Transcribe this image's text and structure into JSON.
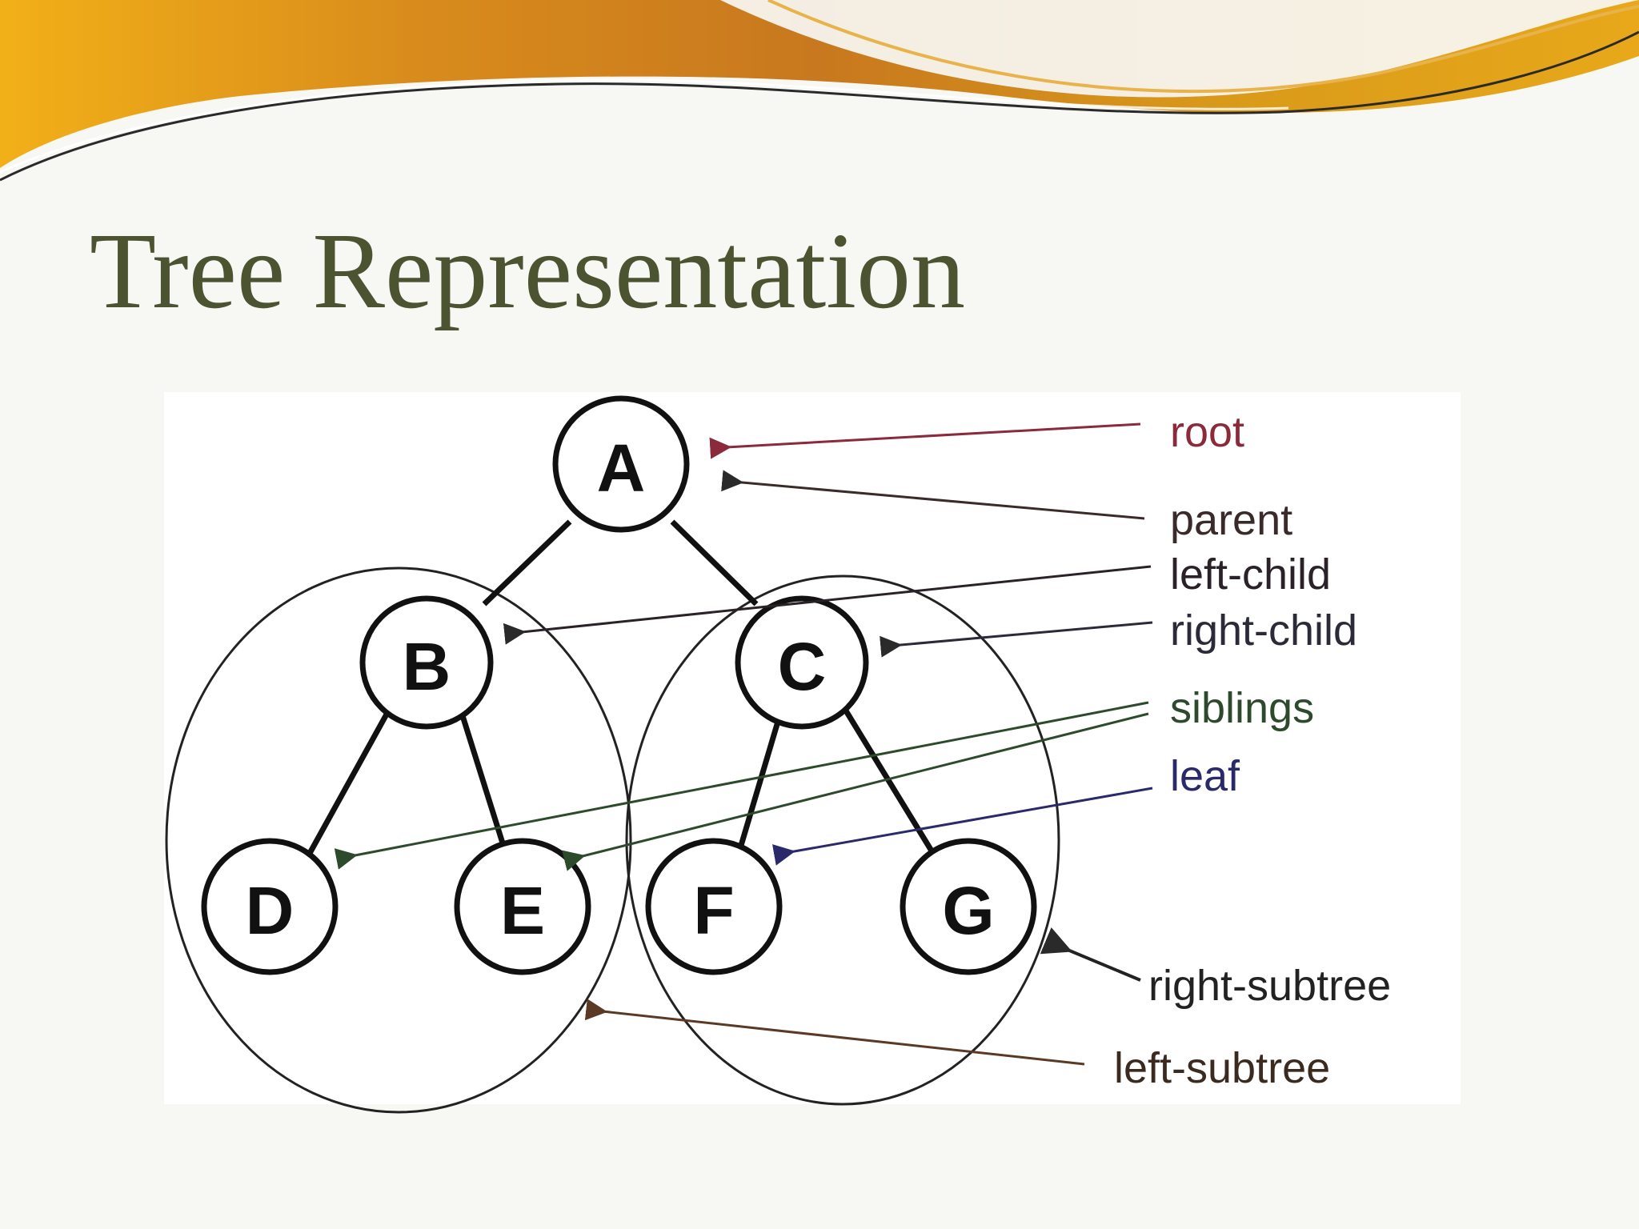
{
  "slide": {
    "title": "Tree Representation"
  },
  "colors": {
    "banner_dark": "#c8781e",
    "banner_light": "#f2b018",
    "title": "#4b5330",
    "root": "#8a2a3a",
    "parent": "#3a2a2a",
    "left_child": "#2a2228",
    "right_child": "#2a2a38",
    "siblings": "#2d4a2d",
    "leaf": "#2a2a6a",
    "right_subtree": "#222222",
    "left_subtree": "#3a2a20"
  },
  "tree": {
    "nodes": [
      "A",
      "B",
      "C",
      "D",
      "E",
      "F",
      "G"
    ],
    "edges": [
      [
        "A",
        "B"
      ],
      [
        "A",
        "C"
      ],
      [
        "B",
        "D"
      ],
      [
        "B",
        "E"
      ],
      [
        "C",
        "F"
      ],
      [
        "C",
        "G"
      ]
    ]
  },
  "labels": {
    "root": "root",
    "parent": "parent",
    "left_child": "left-child",
    "right_child": "right-child",
    "siblings": "siblings",
    "leaf": "leaf",
    "right_subtree": "right-subtree",
    "left_subtree": "left-subtree"
  }
}
